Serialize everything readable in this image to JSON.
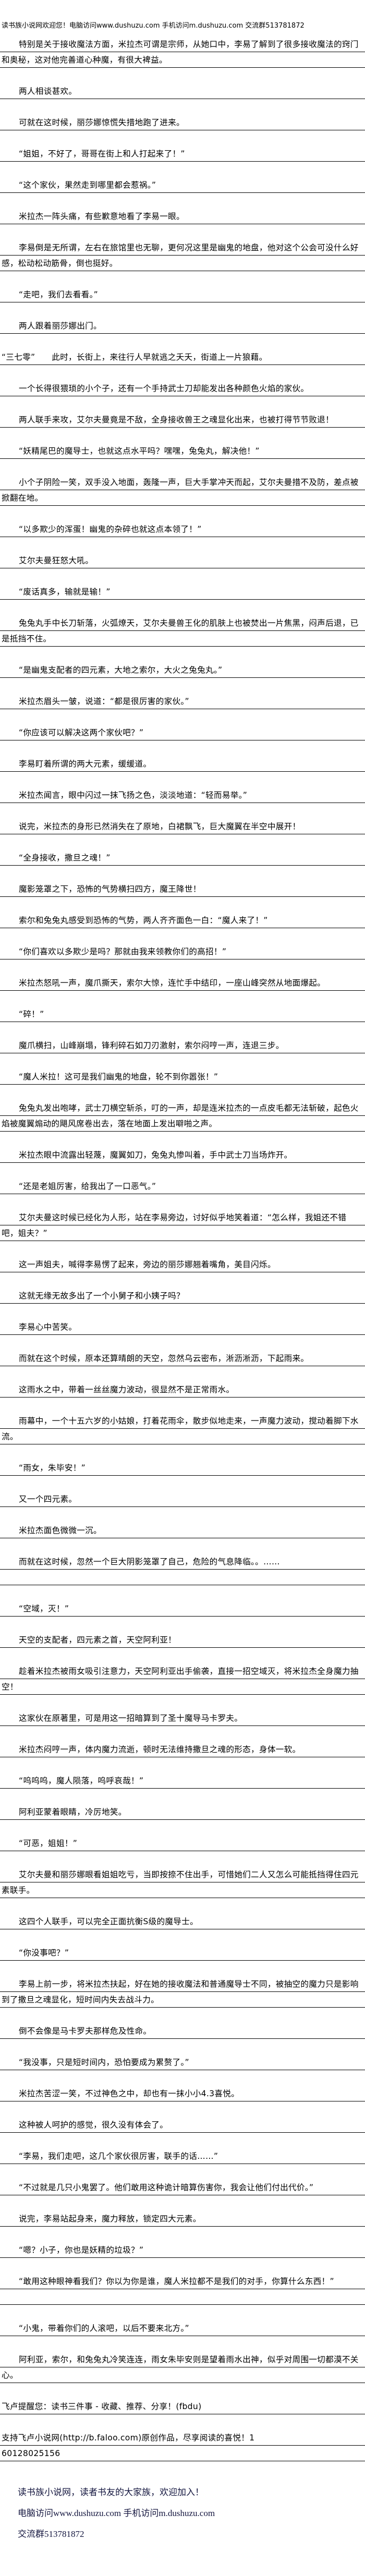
{
  "header": {
    "text": "读书族小说网欢迎您！电脑访问www.dushuzu.com 手机访问m.dushuzu.com 交流群513781872"
  },
  "paragraphs": [
    {
      "text": "特别是关于接收魔法方面，米拉杰可谓是宗师，从她口中，李易了解到了很多接收魔法的窍门和奥秘，这对他完善道心种魔，有很大裨益。"
    },
    {
      "text": "两人相谈甚欢。"
    },
    {
      "text": "可就在这时候，丽莎娜惊慌失措地跑了进来。"
    },
    {
      "text": "“姐姐，不好了，哥哥在街上和人打起来了！”"
    },
    {
      "text": "“这个家伙，果然走到哪里都会惹祸。”"
    },
    {
      "text": "米拉杰一阵头痛，有些歉意地看了李易一眼。"
    },
    {
      "text": "李易倒是无所谓，左右在旅馆里也无聊，更何况这里是幽鬼的地盘，他对这个公会可没什么好感，松动松动筋骨，倒也挺好。"
    },
    {
      "text": "“走吧，我们去看看。”"
    },
    {
      "text": "两人跟着丽莎娜出门。"
    },
    {
      "text": "“三七零”　　此时，长街上，来往行人早就逃之夭夭，街道上一片狼藉。",
      "noindent": true
    },
    {
      "text": "一个长得很猥琐的小个子，还有一个手持武士刀却能发出各种颜色火焰的家伙。"
    },
    {
      "text": "两人联手来攻，艾尔夫曼竟是不敌，全身接收兽王之魂显化出来，也被打得节节败退！"
    },
    {
      "text": "“妖精尾巴的魔导士，也就这点水平吗？嘿嘿，兔兔丸，解决他！”"
    },
    {
      "text": "小个子阴险一笑，双手没入地面，轰隆一声，巨大手掌冲天而起，艾尔夫曼措不及防，差点被掀翻在地。"
    },
    {
      "text": "“以多欺少的浑蛋！幽鬼的杂碎也就这点本领了！”"
    },
    {
      "text": "艾尔夫曼狂怒大吼。"
    },
    {
      "text": "“废话真多，输就是输！”"
    },
    {
      "text": "兔兔丸手中长刀斩落，火弧燎天，艾尔夫曼兽王化的肌肤上也被焚出一片焦黑，闷声后退，已是抵挡不住。"
    },
    {
      "text": "“是幽鬼支配者的四元素，大地之索尔，大火之兔兔丸。”"
    },
    {
      "text": "米拉杰眉头一皱，说道：“都是很厉害的家伙。”"
    },
    {
      "text": "“你应该可以解决这两个家伙吧？”"
    },
    {
      "text": "李易盯着所谓的两大元素，缓缓道。"
    },
    {
      "text": "米拉杰闻言，眼中闪过一抹飞扬之色，淡淡地道：“轻而易举。”"
    },
    {
      "text": "说完，米拉杰的身形已然消失在了原地，白裙飘飞，巨大魔翼在半空中展开！"
    },
    {
      "text": "“全身接收，撒旦之魂！”"
    },
    {
      "text": "魔影笼罩之下，恐怖的气势横扫四方，魔王降世！"
    },
    {
      "text": "索尔和兔兔丸感受到恐怖的气势，两人齐齐面色一白：“魔人来了！”"
    },
    {
      "text": "“你们喜欢以多欺少是吗？那就由我来领教你们的高招！”"
    },
    {
      "text": "米拉杰怒吼一声，魔爪撕天，索尔大惊，连忙手中结印，一座山峰突然从地面爆起。"
    },
    {
      "text": "“碎！”"
    },
    {
      "text": "魔爪横扫，山峰崩塌，锋利碎石如刀刃激射，索尔闷哼一声，连退三步。"
    },
    {
      "text": "“魔人米拉！这可是我们幽鬼的地盘，轮不到你嚣张！”"
    },
    {
      "text": "兔兔丸发出咆哮，武士刀横空斩杀，叮的一声，却是连米拉杰的一点皮毛都无法斩破，起色火焰被魔翼煽动的飓风席卷出去，落在地面上发出噼啪之声。"
    },
    {
      "text": "米拉杰眼中流露出轻蔑，魔翼如刀，兔兔丸惨叫着，手中武士刀当场炸开。"
    },
    {
      "text": "“还是老姐厉害，给我出了一口恶气。”"
    },
    {
      "text": "艾尔夫曼这时候已经化为人形，站在李易旁边，讨好似乎地笑着道：“怎么样，我姐还不错吧，姐夫？”"
    },
    {
      "text": "这一声姐夫，喊得李易愣了起来，旁边的丽莎娜翘着嘴角，美目闪烁。"
    },
    {
      "text": "这就无缘无故多出了一个小舅子和小姨子吗？"
    },
    {
      "text": "李易心中苦笑。"
    },
    {
      "text": "而就在这个时候，原本还算晴朗的天空，忽然乌云密布，淅沥淅沥，下起雨来。"
    },
    {
      "text": "这雨水之中，带着一丝丝魔力波动，很显然不是正常雨水。"
    },
    {
      "text": "雨幕中，一个十五六岁的小姑娘，打着花雨伞，散步似地走来，一声魔力波动，搅动着脚下水流。"
    },
    {
      "text": "“雨女，朱毕安！”"
    },
    {
      "text": "又一个四元素。"
    },
    {
      "text": "米拉杰面色微微一沉。"
    },
    {
      "text": "而就在这时候，忽然一个巨大阴影笼罩了自己，危险的气息降临。。……",
      "extra": true
    },
    {
      "text": "“空域，灭！”"
    },
    {
      "text": "天空的支配者，四元素之首，天空阿利亚！"
    },
    {
      "text": "趁着米拉杰被雨女吸引注意力，天空阿利亚出手偷袭，直接一招空域灭，将米拉杰全身魔力抽空！"
    },
    {
      "text": "这家伙在原著里，可是用这一招暗算到了圣十魔导马卡罗夫。"
    },
    {
      "text": "米拉杰闷哼一声，体内魔力流逝，顿时无法维持撒旦之魂的形态，身体一软。"
    },
    {
      "text": "“呜呜呜，魔人陨落，呜呼哀哉！”"
    },
    {
      "text": "阿利亚蒙着眼睛，冷厉地笑。"
    },
    {
      "text": "“可恶，姐姐！”"
    },
    {
      "text": "艾尔夫曼和丽莎娜眼看姐姐吃亏，当即按捺不住出手，可惜她们二人又怎么可能抵挡得住四元素联手。"
    },
    {
      "text": "这四个人联手，可以完全正面抗衡S级的魔导士。"
    },
    {
      "text": "“你没事吧？”"
    },
    {
      "text": "李易上前一步，将米拉杰扶起，好在她的接收魔法和普通魔导士不同，被抽空的魔力只是影响到了撒旦之魂显化，短时间内失去战斗力。"
    },
    {
      "text": "倒不会像是马卡罗夫那样危及性命。"
    },
    {
      "text": "“我没事，只是短时间内，恐怕要成为累赘了。”"
    },
    {
      "text": "米拉杰苦涩一笑，不过神色之中，却也有一抹小小4.3喜悦。"
    },
    {
      "text": "这种被人呵护的感觉，很久没有体会了。"
    },
    {
      "text": "“李易，我们走吧，这几个家伙很厉害，联手的话……”"
    },
    {
      "text": "“不过就是几只小鬼罢了。他们敢用这种诡计暗算伤害你，我会让他们付出代价。”"
    },
    {
      "text": "说完，李易站起身来，魔力释放，锁定四大元素。"
    },
    {
      "text": "“嗯？小子，你也是妖精的垃圾？”"
    },
    {
      "text": "“敢用这种眼神看我们？你以为你是谁，魔人米拉都不是我们的对手，你算什么东西！”",
      "extra": true
    },
    {
      "text": "“小鬼，带着你们的人滚吧，以后不要来北方。”"
    },
    {
      "text": "阿利亚，索尔，和兔兔丸冷笑连连，雨女朱毕安则是望着雨水出神，似乎对周围一切都漠不关心。"
    },
    {
      "text": "飞卢提醒您：读书三件事 - 收藏、推荐、分享！(fbdu)",
      "noindent": true
    },
    {
      "text": "支持飞卢小说网(http://b.faloo.com)原创作品，尽享阅读的喜悦！1",
      "noindent": true,
      "tight": true
    },
    {
      "text": "60128025156",
      "noindent": true,
      "tight": true
    }
  ],
  "footer": {
    "line1": "读书族小说网，读者书友的大家族，欢迎加入！",
    "line2": "电脑访问www.dushuzu.com 手机访问m.dushuzu.com",
    "line3": "交流群513781872",
    "color": "#14163f"
  }
}
